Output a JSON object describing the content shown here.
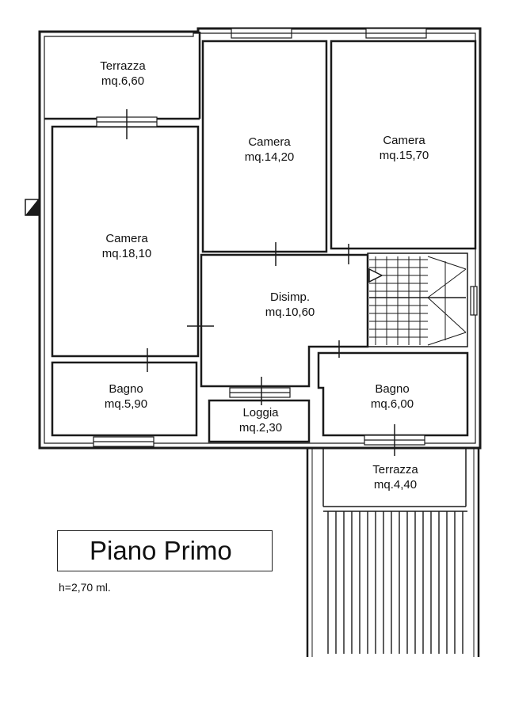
{
  "plan_title": "Piano Primo",
  "height_note": "h=2,70 ml.",
  "rooms": {
    "terrazza_top": {
      "name": "Terrazza",
      "area": "mq.6,60"
    },
    "camera_left": {
      "name": "Camera",
      "area": "mq.18,10"
    },
    "camera_center": {
      "name": "Camera",
      "area": "mq.14,20"
    },
    "camera_right": {
      "name": "Camera",
      "area": "mq.15,70"
    },
    "disimpegno": {
      "name": "Disimp.",
      "area": "mq.10,60"
    },
    "bagno_left": {
      "name": "Bagno",
      "area": "mq.5,90"
    },
    "loggia": {
      "name": "Loggia",
      "area": "mq.2,30"
    },
    "bagno_right": {
      "name": "Bagno",
      "area": "mq.6,00"
    },
    "terrazza_bottom": {
      "name": "Terrazza",
      "area": "mq.4,40"
    }
  }
}
